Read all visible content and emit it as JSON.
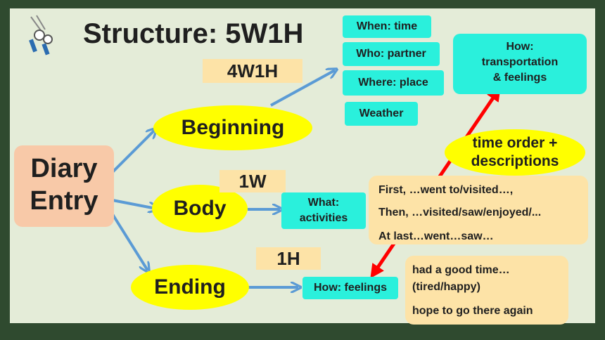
{
  "title": "Structure: 5W1H",
  "center": {
    "line1": "Diary",
    "line2": "Entry"
  },
  "parts": {
    "beginning": "Beginning",
    "body": "Body",
    "ending": "Ending"
  },
  "tags": {
    "beginning": "4W1H",
    "body": "1W",
    "ending": "1H"
  },
  "beginning_details": [
    "When: time",
    "Who: partner",
    "Where: place",
    "Weather"
  ],
  "how_box": {
    "line1": "How:",
    "line2": "transportation",
    "line3": "& feelings"
  },
  "body_detail": {
    "line1": "What:",
    "line2": "activities"
  },
  "time_order": {
    "line1": "time order +",
    "line2": "descriptions"
  },
  "body_sentences": [
    "First, …went to/visited…,",
    "Then, …visited/saw/enjoyed/...",
    "At last…went…saw…"
  ],
  "ending_detail": "How: feelings",
  "ending_sentences": [
    "had a good time…",
    "(tired/happy)",
    "hope to go there again"
  ],
  "colors": {
    "arrow_blue": "#5b9bd5",
    "arrow_red": "#ff0000",
    "ellipse_yellow": "#ffff00",
    "box_cyan": "#2af0dc",
    "box_peach": "#fde3a7",
    "center_pink": "#f8c9a8"
  },
  "icon": "thermometer-sticker-icon"
}
